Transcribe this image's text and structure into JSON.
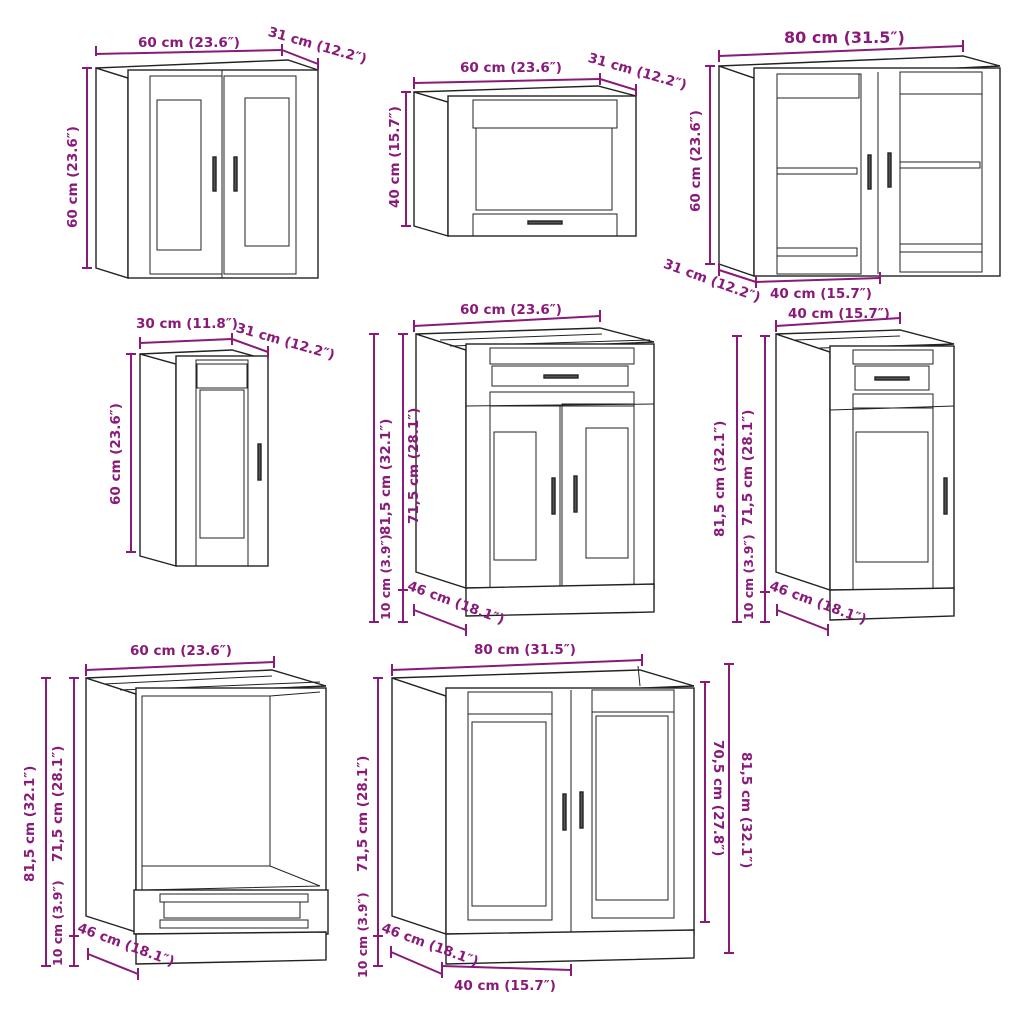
{
  "colors": {
    "dimension": "#8a1a7a",
    "outline": "#222222",
    "background": "#ffffff"
  },
  "cabinets": [
    {
      "id": "wall-2door-60",
      "type": "wall cabinet, 2 panel doors",
      "width": "60 cm (23.6″)",
      "depth": "31 cm (12.2″)",
      "height": "60 cm (23.6″)"
    },
    {
      "id": "wall-flap-60",
      "type": "wall cabinet, lift-up flap door",
      "width": "60 cm (23.6″)",
      "depth": "31 cm (12.2″)",
      "height": "40 cm (15.7″)"
    },
    {
      "id": "wall-glass-80",
      "type": "wall cabinet, 2 glass doors",
      "width": "80 cm (31.5″)",
      "depth": "31 cm (12.2″)",
      "height": "60 cm (23.6″)",
      "door_width": "40 cm (15.7″)"
    },
    {
      "id": "wall-1door-30",
      "type": "wall cabinet, 1 panel door",
      "width": "30 cm (11.8″)",
      "depth": "31 cm (12.2″)",
      "height": "60 cm (23.6″)"
    },
    {
      "id": "base-drawer-2door-60",
      "type": "base cabinet, drawer + 2 doors",
      "width": "60 cm (23.6″)",
      "depth": "46 cm (18.1″)",
      "total_height": "81,5 cm (32.1″)",
      "body_height": "71,5 cm (28.1″)",
      "plinth": "10 cm (3.9″)"
    },
    {
      "id": "base-drawer-1door-40",
      "type": "base cabinet, drawer + 1 door",
      "width": "40 cm (15.7″)",
      "depth": "46 cm (18.1″)",
      "total_height": "81,5 cm (32.1″)",
      "body_height": "71,5 cm (28.1″)",
      "plinth": "10 cm (3.9″)"
    },
    {
      "id": "oven-housing-60",
      "type": "oven housing cabinet with drawer",
      "width": "60 cm (23.6″)",
      "depth": "46 cm (18.1″)",
      "total_height": "81,5 cm (32.1″)",
      "body_height": "71,5 cm (28.1″)",
      "plinth": "10 cm (3.9″)"
    },
    {
      "id": "sink-base-80",
      "type": "sink base cabinet, 2 doors",
      "width": "80 cm (31.5″)",
      "depth": "46 cm (18.1″)",
      "total_height": "81,5 cm (32.1″)",
      "body_height": "71,5 cm (28.1″)",
      "plinth": "10 cm (3.9″)",
      "door_height": "70,5 cm (27.8″)",
      "door_width": "40 cm (15.7″)"
    }
  ]
}
